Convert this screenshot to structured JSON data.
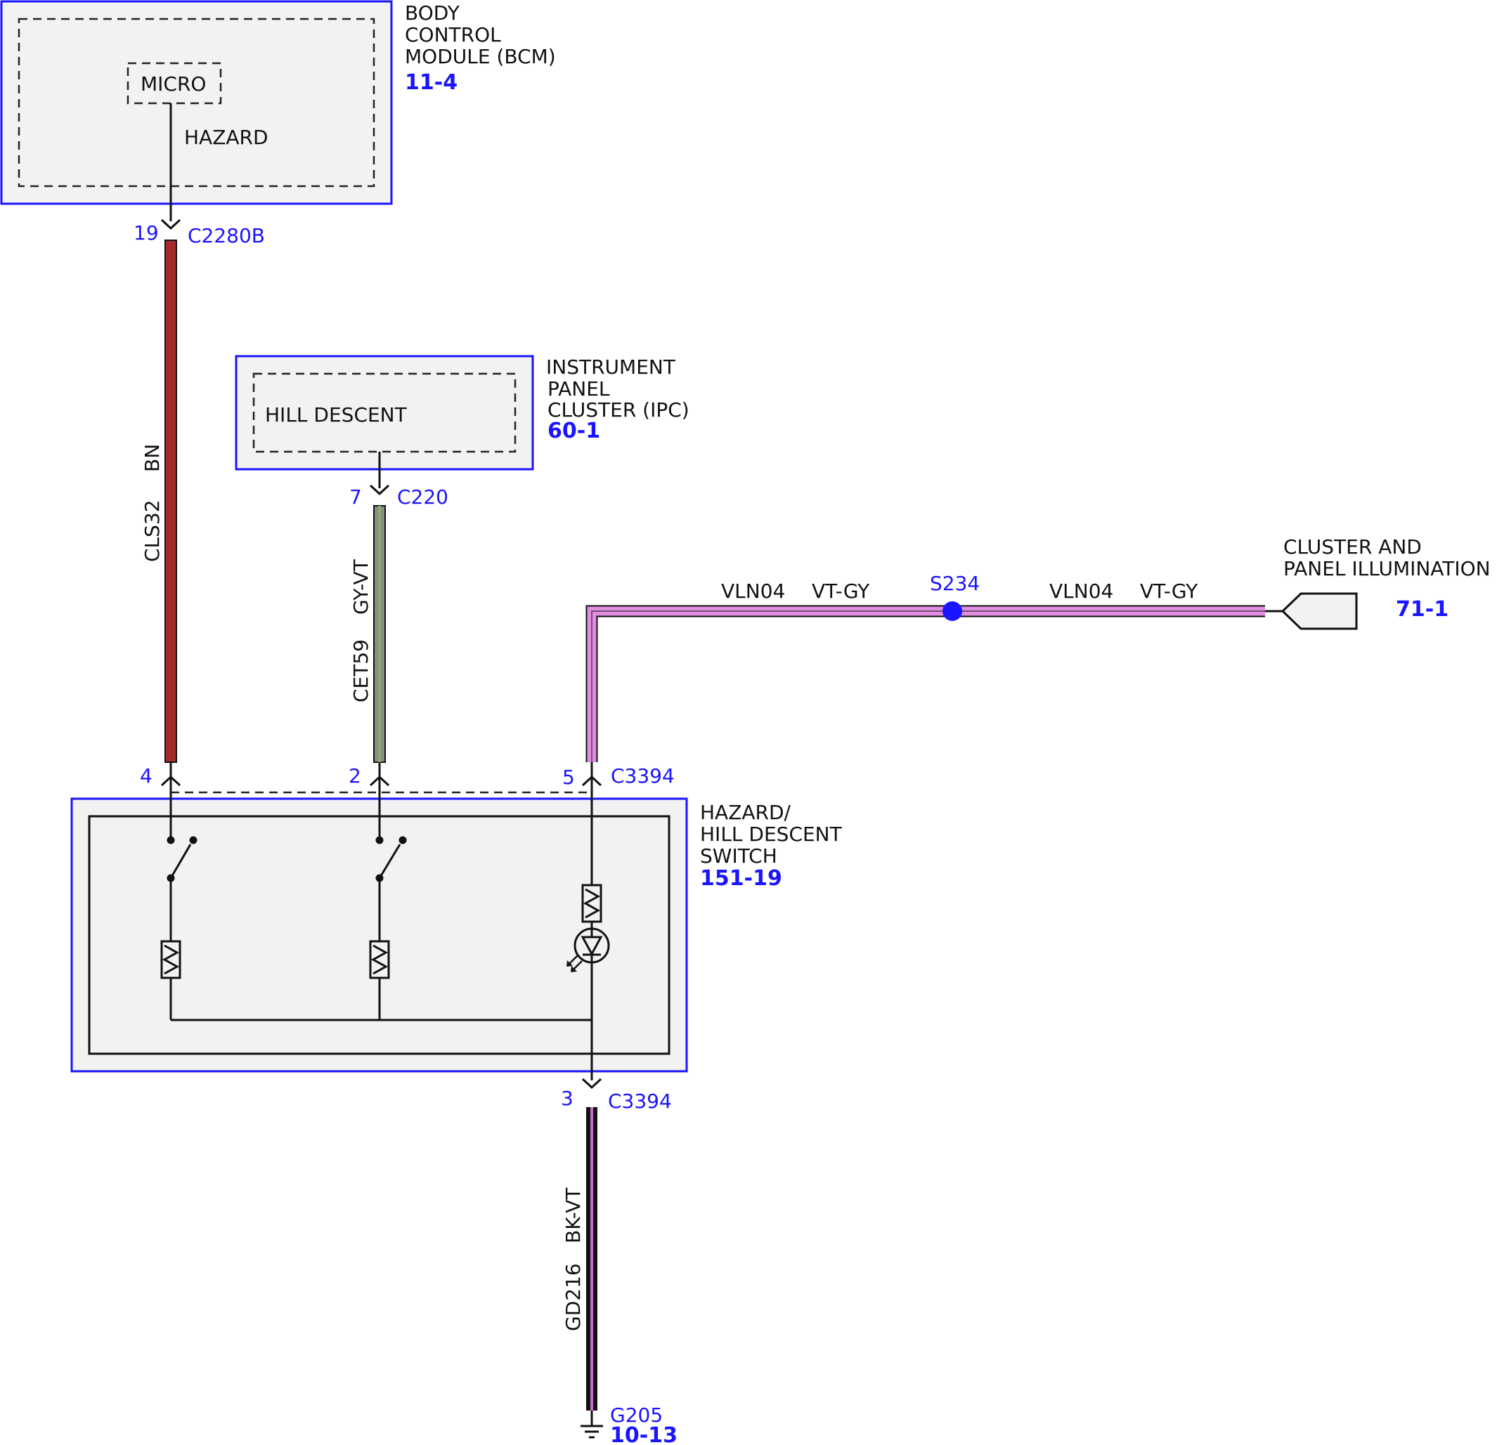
{
  "colors": {
    "component_outline": "#1a14ff",
    "component_fill": "#f2f2f2",
    "wire_bn": "#a52a2a",
    "wire_gy_vt_base": "#8a8a8a",
    "wire_gy_vt_stripe": "#8fa86a",
    "wire_vt_gy": "#e08ee0",
    "wire_bk_vt": "#111111",
    "splice": "#1a14ff"
  },
  "bcm": {
    "title_lines": [
      "BODY",
      "CONTROL",
      "MODULE (BCM)"
    ],
    "ref": "11-4",
    "micro_label": "MICRO",
    "hazard_label": "HAZARD",
    "pin": "19",
    "connector": "C2280B"
  },
  "ipc": {
    "title_lines": [
      "INSTRUMENT",
      "PANEL",
      "CLUSTER (IPC)"
    ],
    "ref": "60-1",
    "inner_label": "HILL DESCENT",
    "pin": "7",
    "connector": "C220"
  },
  "wires": {
    "cls32": {
      "circuit": "CLS32",
      "color": "BN"
    },
    "cet59": {
      "circuit": "CET59",
      "color": "GY-VT"
    },
    "vln04_left": {
      "circuit": "VLN04",
      "color": "VT-GY"
    },
    "vln04_right": {
      "circuit": "VLN04",
      "color": "VT-GY"
    },
    "gd216": {
      "circuit": "GD216",
      "color": "BK-VT"
    }
  },
  "splice": {
    "label": "S234"
  },
  "illumination": {
    "title_lines": [
      "CLUSTER AND",
      "PANEL ILLUMINATION"
    ],
    "ref": "71-1"
  },
  "switch": {
    "title_lines": [
      "HAZARD/",
      "HILL DESCENT",
      "SWITCH"
    ],
    "ref": "151-19",
    "pins_top": [
      "4",
      "2",
      "5"
    ],
    "connector_top": "C3394",
    "pin_bottom": "3",
    "connector_bottom": "C3394"
  },
  "ground": {
    "label": "G205",
    "ref": "10-13"
  }
}
